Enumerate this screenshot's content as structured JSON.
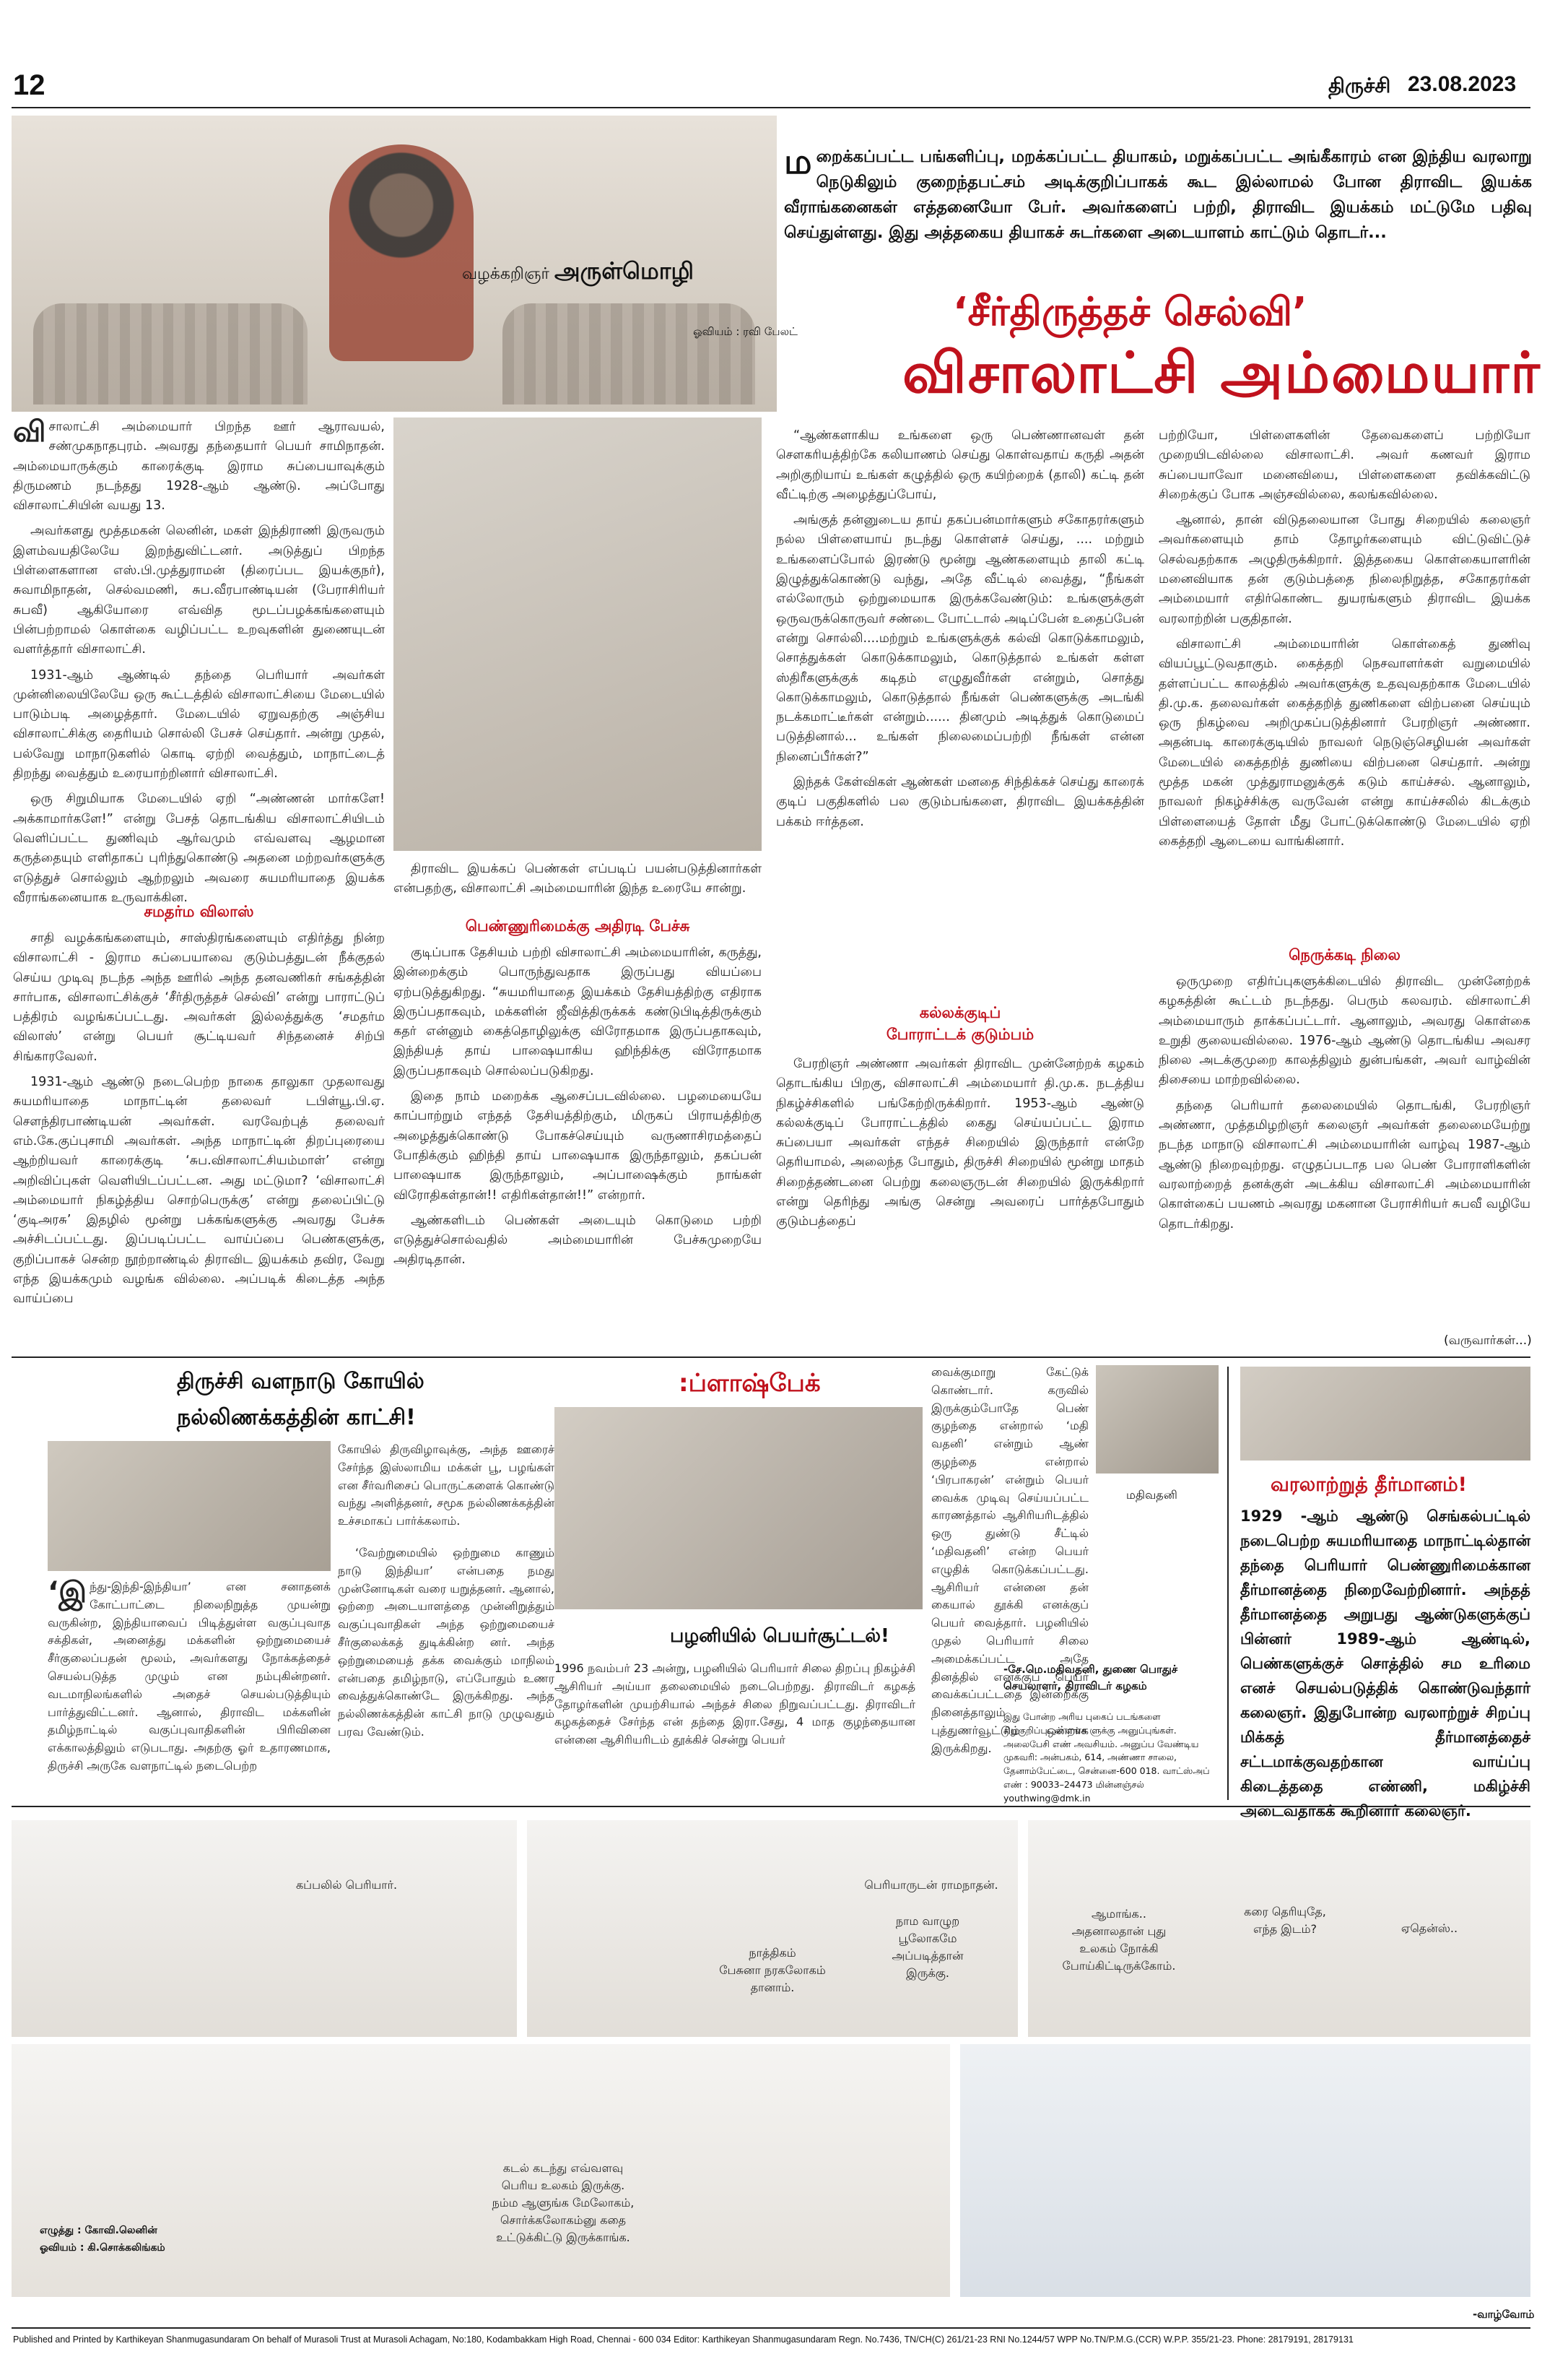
{
  "header": {
    "page_number": "12",
    "city": "திருச்சி",
    "date": "23.08.2023"
  },
  "intro": "மறைக்கப்பட்ட பங்களிப்பு, மறக்கப்பட்ட தியாகம், மறுக்கப்பட்ட அங்கீகாரம் என இந்திய வரலாறு நெடுகிலும் குறைந்தபட்சம் அடிக்குறிப்பாகக் கூட இல்லாமல் போன திராவிட இயக்க வீராங்கனைகள் எத்தனையோ பேர். அவர்களைப் பற்றி, திராவிட இயக்கம் மட்டுமே பதிவு செய்துள்ளது. இது அத்தகைய தியாகச் சுடர்களை அடையாளம் காட்டும் தொடர்...",
  "author_prefix": "வழக்கறிஞர்",
  "author_name": "அருள்மொழி",
  "illustration": "ஓவியம் : ரவி பேலட்",
  "series_title": "‘சீர்திருத்தச் செல்வி’",
  "main_title": "விசாலாட்சி அம்மையார்",
  "col1": [
    "விசாலாட்சி அம்மையார் பிறந்த ஊர் ஆராவயல், சண்முகநாதபுரம். அவரது தந்தையார் பெயர் சாமிநாதன். அம்மையாருக்கும் காரைக்குடி இராம சுப்பையாவுக்கும் திருமணம் நடந்தது 1928-ஆம் ஆண்டு. அப்போது விசாலாட்சியின் வயது 13.",
    "அவர்களது மூத்தமகன் லெனின், மகள் இந்திராணி இருவரும் இளம்வயதிலேயே இறந்துவிட்டனர். அடுத்துப் பிறந்த பிள்ளைகளான எஸ்.பி.முத்துராமன் (திரைப்பட இயக்குநர்), சுவாமிநாதன், செல்வமணி, சுப.வீரபாண்டியன் (பேராசிரியர் சுபவீ) ஆகியோரை எவ்வித மூடப்பழக்கங்களையும் பின்பற்றாமல் கொள்கை வழிப்பட்ட உறவுகளின் துணையுடன் வளர்த்தார் விசாலாட்சி.",
    "1931-ஆம் ஆண்டில் தந்தை பெரியார் அவர்கள் முன்னிலையிலேயே ஒரு கூட்டத்தில் விசாலாட்சியை மேடையில் பாடும்படி அழைத்தார். மேடையில் ஏறுவதற்கு அஞ்சிய விசாலாட்சிக்கு தைரியம் சொல்லி பேசச் செய்தார். அன்று முதல், பல்வேறு மாநாடுகளில் கொடி ஏற்றி வைத்தும், மாநாட்டைத் திறந்து வைத்தும் உரையாற்றினார் விசாலாட்சி.",
    "ஒரு சிறுமியாக மேடையில் ஏறி “அண்ணன் மார்களே! அக்காமார்களே!” என்று பேசத் தொடங்கிய விசாலாட்சியிடம் வெளிப்பட்ட துணிவும் ஆர்வமும் எவ்வளவு ஆழமான கருத்தையும் எளிதாகப் புரிந்துகொண்டு அதனை மற்றவர்களுக்கு எடுத்துச் சொல்லும் ஆற்றலும் அவரை சுயமரியாதை இயக்க வீராங்கனையாக உருவாக்கின."
  ],
  "sub1": "சமதர்ம விலாஸ்",
  "col1b": [
    "சாதி வழக்கங்களையும், சாஸ்திரங்களையும் எதிர்த்து நின்ற விசாலாட்சி - இராம சுப்பையாவை குடும்பத்துடன் நீக்குதல் செய்ய முடிவு நடந்த அந்த ஊரில் அந்த தனவணிகர் சங்கத்தின் சார்பாக, விசாலாட்சிக்குச் ‘சீர்திருத்தச் செல்வி’ என்று பாராட்டுப் பத்திரம் வழங்கப்பட்டது. அவர்கள் இல்லத்துக்கு ‘சமதர்ம விலாஸ்’ என்று பெயர் சூட்டியவர் சிந்தனைச் சிற்பி சிங்காரவேலர்.",
    "1931-ஆம் ஆண்டு நடைபெற்ற நாகை தாலுகா முதலாவது சுயமரியாதை மாநாட்டின் தலைவர் டபிள்யூ.பி.ஏ. சௌந்திரபாண்டியன் அவர்கள். வரவேற்புத் தலைவர் எம்.கே.குப்புசாமி அவர்கள். அந்த மாநாட்டின் திறப்புரையை ஆற்றியவர் காரைக்குடி ‘சுப.விசாலாட்சியம்மாள்’ என்று அறிவிப்புகள் வெளியிடப்பட்டன. அது மட்டுமா? ‘விசாலாட்சி அம்மையார் நிகழ்த்திய சொற்பெருக்கு’ என்று தலைப்பிட்டு ‘குடிஅரசு’ இதழில் மூன்று பக்கங்களுக்கு அவரது பேச்சு அச்சிடப்பட்டது. இப்படிப்பட்ட வாய்ப்பை பெண்களுக்கு, குறிப்பாகச் சென்ற நூற்றாண்டில் திராவிட இயக்கம் தவிர, வேறு எந்த இயக்கமும் வழங்க வில்லை. அப்படிக் கிடைத்த அந்த வாய்ப்பை"
  ],
  "col2": [
    "திராவிட இயக்கப் பெண்கள் எப்படிப் பயன்படுத்தினார்கள் என்பதற்கு, விசாலாட்சி அம்மையாரின் இந்த உரையே சான்று."
  ],
  "sub2": "பெண்ணுரிமைக்கு அதிரடி பேச்சு",
  "col2b": [
    "குடிப்பாக தேசியம் பற்றி விசாலாட்சி அம்மையாரின், கருத்து, இன்றைக்கும் பொருந்துவதாக இருப்பது வியப்பை ஏற்படுத்துகிறது. “சுயமரியாதை இயக்கம் தேசியத்திற்கு எதிராக இருப்பதாகவும், மக்களின் ஜீவித்திருக்கக் கண்டுபிடித்திருக்கும் கதர் என்னும் கைத்தொழிலுக்கு விரோதமாக இருப்பதாகவும், இந்தியத் தாய் பாஷையாகிய ஹிந்திக்கு விரோதமாக இருப்பதாகவும் சொல்லப்படுகிறது.",
    "இதை நாம் மறைக்க ஆசைப்படவில்லை. பழமையையே காப்பாற்றும் எந்தத் தேசியத்திற்கும், மிருகப் பிராயத்திற்கு அழைத்துக்கொண்டு போகச்செய்யும் வருணாசிரமத்தைப் போதிக்கும் ஹிந்தி தாய் பாஷையாக இருந்தாலும், தகப்பன் பாஷையாக இருந்தாலும், அப்பாஷைக்கும் நாங்கள் விரோதிகள்தான்!! எதிரிகள்தான்!!” என்றார்.",
    "ஆண்களிடம் பெண்கள் அடையும் கொடுமை பற்றி எடுத்துச்சொல்வதில் அம்மையாரின் பேச்சுமுறையே அதிரடிதான்."
  ],
  "col3": [
    "“ஆண்களாகிய உங்களை ஒரு பெண்ணானவள் தன் சௌகரியத்திற்கே கலியாணம் செய்து கொள்வதாய் கருதி அதன் அறிகுறியாய் உங்கள் கழுத்தில் ஒரு கயிற்றைக் (தாலி) கட்டி தன் வீட்டிற்கு அழைத்துப்போய்,",
    "அங்குத் தன்னுடைய தாய் தகப்பன்மார்களும் சகோதரர்களும் நல்ல பிள்ளையாய் நடந்து கொள்ளச் செய்து, .... மற்றும் உங்களைப்போல் இரண்டு மூன்று ஆண்களையும் தாலி கட்டி இழுத்துக்கொண்டு வந்து, அதே வீட்டில் வைத்து, “நீங்கள் எல்லோரும் ஒற்றுமையாக இருக்கவேண்டும்: உங்களுக்குள் ஒருவருக்கொருவர் சண்டை போட்டால் அடிப்பேன் உதைப்பேன் என்று சொல்லி....மற்றும் உங்களுக்குக் கல்வி கொடுக்காமலும், சொத்துக்கள் கொடுக்காமலும், கொடுத்தால் உங்கள் கள்ள ஸ்திரீகளுக்குக் கடிதம் எழுதுவீர்கள் என்றும், சொத்து கொடுக்காமலும், கொடுத்தால் நீங்கள் பெண்களுக்கு அடங்கி நடக்கமாட்டீர்கள் என்றும்...... தினமும் அடித்துக் கொடுமைப் படுத்தினால்... உங்கள் நிலைமைப்பற்றி நீங்கள் என்ன நினைப்பீர்கள்?”",
    "இந்தக் கேள்விகள் ஆண்கள் மனதை சிந்திக்கச் செய்து காரைக் குடிப் பகுதிகளில் பல குடும்பங்களை, திராவிட இயக்கத்தின் பக்கம் ஈர்த்தன."
  ],
  "sub3a": "கல்லக்குடிப்",
  "sub3b": "போராட்டக் குடும்பம்",
  "col3b": [
    "பேரறிஞர் அண்ணா அவர்கள் திராவிட முன்னேற்றக் கழகம் தொடங்கிய பிறகு, விசாலாட்சி அம்மையார் தி.மு.க. நடத்திய நிகழ்ச்சிகளில் பங்கேற்றிருக்கிறார். 1953-ஆம் ஆண்டு கல்லக்குடிப் போராட்டத்தில் கைது செய்யப்பட்ட இராம சுப்பையா அவர்கள் எந்தச் சிறையில் இருந்தார் என்றே தெரியாமல், அலைந்த போதும், திருச்சி சிறையில் மூன்று மாதம் சிறைத்தண்டனை பெற்று கலைஞருடன் சிறையில் இருக்கிறார் என்று தெரிந்து அங்கு சென்று அவரைப் பார்த்தபோதும் குடும்பத்தைப்"
  ],
  "col4": [
    "பற்றியோ, பிள்ளைகளின் தேவைகளைப் பற்றியோ முறையிடவில்லை விசாலாட்சி. அவர் கணவர் இராம சுப்பையாவோ மனைவியை, பிள்ளைகளை தவிக்கவிட்டு சிறைக்குப் போக அஞ்சவில்லை, கலங்கவில்லை.",
    "ஆனால், தான் விடுதலையான போது சிறையில் கலைஞர் அவர்களையும் தாம் தோழர்களையும் விட்டுவிட்டுச் செல்வதற்காக அழுதிருக்கிறார். இத்தகைய கொள்கையாளரின் மனைவியாக தன் குடும்பத்தை நிலைநிறுத்த, சகோதரர்கள் அம்மையார் எதிர்கொண்ட துயரங்களும் திராவிட இயக்க வரலாற்றின் பகுதிதான்.",
    "விசாலாட்சி அம்மையாரின் கொள்கைத் துணிவு வியப்பூட்டுவதாகும். கைத்தறி நெசவாளர்கள் வறுமையில் தள்ளப்பட்ட காலத்தில் அவர்களுக்கு உதவுவதற்காக மேடையில் தி.மு.க. தலைவர்கள் கைத்தறித் துணிகளை விற்பனை செய்யும் ஒரு நிகழ்வை அறிமுகப்படுத்தினார் பேரறிஞர் அண்ணா. அதன்படி காரைக்குடியில் நாவலர் நெடுஞ்செழியன் அவர்கள் மேடையில் கைத்தறித் துணியை விற்பனை செய்தார். அன்று மூத்த மகன் முத்துராமனுக்குக் கடும் காய்ச்சல். ஆனாலும், நாவலர் நிகழ்ச்சிக்கு வருவேன் என்று காய்ச்சலில் கிடக்கும் பிள்ளையைத் தோள் மீது போட்டுக்கொண்டு மேடையில் ஏறி கைத்தறி ஆடையை வாங்கினார்."
  ],
  "sub4": "நெருக்கடி நிலை",
  "col4b": [
    "ஒருமுறை எதிர்ப்புகளுக்கிடையில் திராவிட முன்னேற்றக் கழகத்தின் கூட்டம் நடந்தது. பெரும் கலவரம். விசாலாட்சி அம்மையாரும் தாக்கப்பட்டார். ஆனாலும், அவரது கொள்கை உறுதி குலையவில்லை. 1976-ஆம் ஆண்டு தொடங்கிய அவசர நிலை அடக்குமுறை காலத்திலும் துன்பங்கள், அவர் வாழ்வின் திசையை மாற்றவில்லை.",
    "தந்தை பெரியார் தலைமையில் தொடங்கி, பேரறிஞர் அண்ணா, முத்தமிழறிஞர் கலைஞர் அவர்கள் தலைமையேற்று நடந்த மாநாடு விசாலாட்சி அம்மையாரின் வாழ்வு 1987-ஆம் ஆண்டு நிறைவுற்றது. எழுதப்படாத பல பெண் போராளிகளின் வரலாற்றைத் தனக்குள் அடக்கிய விசாலாட்சி அம்மையாரின் கொள்கைப் பயணம் அவரது மகனான பேராசிரியர் சுபவீ வழியே தொடர்கிறது."
  ],
  "continued": "(வருவார்கள்...)",
  "comic": {
    "title_line1": "திருச்சி வளநாடு கோயில்",
    "title_line2": "நல்லிணக்கத்தின் காட்சி!",
    "flashback": ":ப்ளாஷ்பேக்",
    "colA_text": "‘இந்து-இந்தி-இந்தியா’ என சனாதனக் கோட்பாட்டை நிலைநிறுத்த முயன்று வருகின்ற, இந்தியாவைப் பிடித்துள்ள வகுப்புவாத சக்திகள், அனைத்து மக்களின் ஒற்றுமையைச் சீர்குலைப்பதன் மூலம், அவர்களது நோக்கத்தைச் செயல்படுத்த முழும் என நம்புகின்றனர். வடமாநிலங்களில் அதைச் செயல்படுத்தியும் பார்த்துவிட்டனர். ஆனால், திராவிட மக்களின் தமிழ்நாட்டில் வகுப்புவாதிகளின் பிரிவினை எக்காலத்திலும் எடுபடாது. அதற்கு ஓர் உதாரணமாக, திருச்சி அருகே வளநாட்டில் நடைபெற்ற",
    "colB_text": "கோயில் திருவிழாவுக்கு, அந்த ஊரைச் சேர்ந்த இஸ்லாமிய மக்கள் பூ, பழங்கள் என சீர்வரிசைப் பொருட்களைக் கொண்டு வந்து அளித்தனர், சமூக நல்லிணக்கத்தின் உச்சமாகப் பார்க்கலாம்.",
    "colB_text2": "‘வேற்றுமையில் ஒற்றுமை காணும் நாடு இந்தியா’ என்பதை நமது முன்னோடிகள் வரை யறுத்தனர். ஆனால், ஒற்றை அடையாளத்தை முன்னிறுத்தும் வகுப்புவாதிகள் அந்த ஒற்றுமையைச் சீர்குலைக்கத் துடிக்கின்ற னர். அந்த ஒற்றுமையைத் தக்க வைக்கும் மாநிலம் என்பதை தமிழ்நாடு, எப்போதும் உணர வைத்துக்கொண்டே இருக்கிறது. அந்த நல்லிணக்கத்தின் காட்சி நாடு முழுவதும் பரவ வேண்டும்.",
    "palani_title": "பழனியில் பெயர்சூட்டல்!",
    "palani_text": "1996 நவம்பர் 23 அன்று, பழனியில் பெரியார் சிலை திறப்பு நிகழ்ச்சி ஆசிரியர் அய்யா தலைமையில் நடைபெற்றது. திராவிடர் கழகத் தோழர்களின் முயற்சியால் அந்தச் சிலை நிறுவப்பட்டது. திராவிடர் கழகத்தைச் சேர்ந்த என் தந்தை இரா.சேது, 4 மாத குழந்தையான என்னை ஆசிரியரிடம் தூக்கிச் சென்று பெயர்",
    "palani_text2": "வைக்குமாறு கேட்டுக் கொண்டார். கருவில் இருக்கும்போதே பெண் குழந்தை என்றால் ‘மதி வதனி’ என்றும் ஆண் குழந்தை என்றால் ‘பிரபாகரன்’ என்றும் பெயர் வைக்க முடிவு செய்யப்பட்ட காரணத்தால் ஆசிரியரிடத்தில் ஒரு துண்டு சீட்டில் ‘மதிவதனி’ என்ற பெயர் எழுதிக் கொடுக்கப்பட்டது. ஆசிரியர் என்னை தன் கையால் தூக்கி எனக்குப் பெயர் வைத்தார். பழனியில் முதல் பெரியார் சிலை அமைக்கப்பட்ட அதே தினத்தில் எனக்குப் பெயர் வைக்கப்பட்டதை இன்றைக்கு நினைத்தாலும் புத்துணர்வூட்டும் ஒன்றாக இருக்கிறது.",
    "mathivathani_label": "மதிவதனி",
    "signature": "-சே.மெ.மதிவதனி, துணை பொதுச் செயலாளர், திராவிடர் கழகம்",
    "contact": "இது போன்ற அரிய புகைப் படங்களை சிறுகுறிப்புடன் எங்க ளுக்கு அனுப்புங்கள். அலைபேசி எண் அவசியம். அனுப்ப வேண்டிய முகவரி: அன்பகம், 614, அண்ணா சாலை, தேனாம்பேட்டை, சென்னை-600 018. வாட்ஸ்அப் எண் : 90033–24473 மின்னஞ்சல் youthwing@dmk.in"
  },
  "verdict": {
    "title": "வரலாற்றுத் தீர்மானம்!",
    "text": "1929 -ஆம் ஆண்டு செங்கல்பட்டில் நடைபெற்ற சுயமரியாதை மாநாட்டில்தான் தந்தை பெரியார் பெண்ணுரிமைக்கான தீர்மானத்தை நிறைவேற்றினார். அந்தத் தீர்மானத்தை அறுபது ஆண்டுகளுக்குப் பின்னர் 1989-ஆம் ஆண்டில், பெண்களுக்குச் சொத்தில் சம உரிமை எனச் செயல்படுத்திக் கொண்டுவந்தார் கலைஞர். இதுபோன்ற வரலாற்றுச் சிறப்பு மிக்கத் தீர்மானத்தைச் சட்டமாக்குவதற்கான வாய்ப்பு கிடைத்ததை எண்ணி, மகிழ்ச்சி அடைவதாகக் கூறினார் கலைஞர்."
  },
  "strip": {
    "p1": "கப்பலில் பெரியார்.",
    "p2": "பெரியாருடன் ராமநாதன்.",
    "p3": "நாத்திகம்\nபேசுனா நரகலோகம்\nதானாம்.",
    "p4": "நாம வாழுற\nபூலோகமே\nஅப்படித்தான்\nஇருக்கு.",
    "p5": "ஆமாங்க..\nஅதனாலதான் புது\nஉலகம் நோக்கி\nபோய்கிட்டிருக்கோம்.",
    "p6": "கரை தெரியுதே,\nஎந்த இடம்?",
    "p7": "ஏதென்ஸ்..",
    "p8": "கடல் கடந்து எவ்வளவு\nபெரிய உலகம் இருக்கு.\nநம்ம ஆளுங்க மேலோகம்,\nசொர்க்கலோகம்னு கதை\nஉட்டுக்கிட்டு இருக்காங்க.",
    "credit1": "எழுத்து : கோவி.லெனின்",
    "credit2": "ஓவியம் : கி.சொக்கலிங்கம்",
    "credit3": "-வாழ்வோம்"
  },
  "footer": "Published and Printed by Karthikeyan Shanmugasundaram On behalf of Murasoli Trust at Murasoli Achagam, No:180, Kodambakkam High Road, Chennai - 600 034 Editor: Karthikeyan Shanmugasundaram Regn. No.7436, TN/CH(C) 261/21-23 RNI No.1244/57 WPP No.TN/P.M.G.(CCR) W.P.P. 355/21-23. Phone: 28179191, 28179131"
}
